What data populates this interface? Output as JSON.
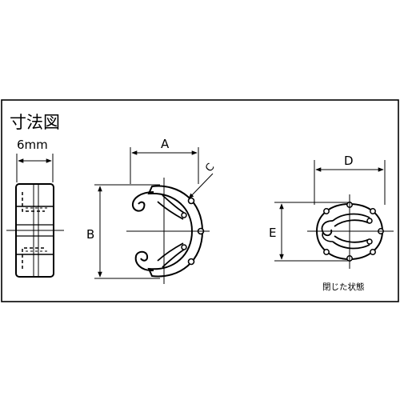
{
  "title": "寸法図",
  "side_view": {
    "width_label": "6mm"
  },
  "open_view": {
    "dim_a": "A",
    "dim_b": "B",
    "dim_c": "C"
  },
  "closed_view": {
    "dim_d": "D",
    "dim_e": "E",
    "caption": "閉じた状態"
  },
  "colors": {
    "line": "#000000",
    "background": "#ffffff"
  }
}
